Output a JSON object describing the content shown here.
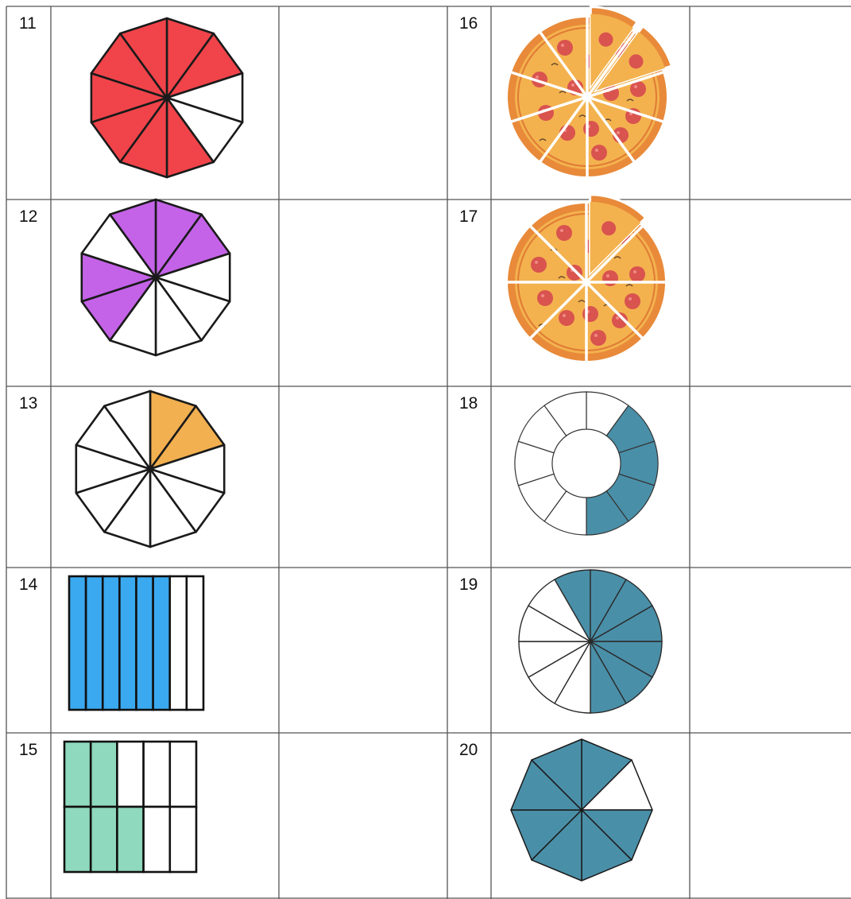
{
  "worksheet": {
    "problems": [
      {
        "number": "11",
        "figure": "decagon-pie",
        "parts": 10,
        "shaded": 8,
        "color": "#F0444A"
      },
      {
        "number": "12",
        "figure": "decagon-pie",
        "parts": 10,
        "shaded": 5,
        "color": "#C463E8"
      },
      {
        "number": "13",
        "figure": "decagon-pie",
        "parts": 10,
        "shaded": 2,
        "color": "#F2B050"
      },
      {
        "number": "14",
        "figure": "bar-strips",
        "parts": 8,
        "shaded": 6,
        "color": "#3AA9EF"
      },
      {
        "number": "15",
        "figure": "grid",
        "parts": 10,
        "shaded": 5,
        "color": "#8FD9BE"
      },
      {
        "number": "16",
        "figure": "pizza",
        "parts": 10,
        "removed": 2
      },
      {
        "number": "17",
        "figure": "pizza",
        "parts": 8,
        "removed": 1
      },
      {
        "number": "18",
        "figure": "ring",
        "parts": 10,
        "shaded": 4,
        "color": "#4A8FA8"
      },
      {
        "number": "19",
        "figure": "circle-pie",
        "parts": 12,
        "shaded": 7,
        "color": "#4A8FA8"
      },
      {
        "number": "20",
        "figure": "octagon-pie",
        "parts": 8,
        "shaded": 7,
        "color": "#4A8FA8"
      }
    ]
  }
}
